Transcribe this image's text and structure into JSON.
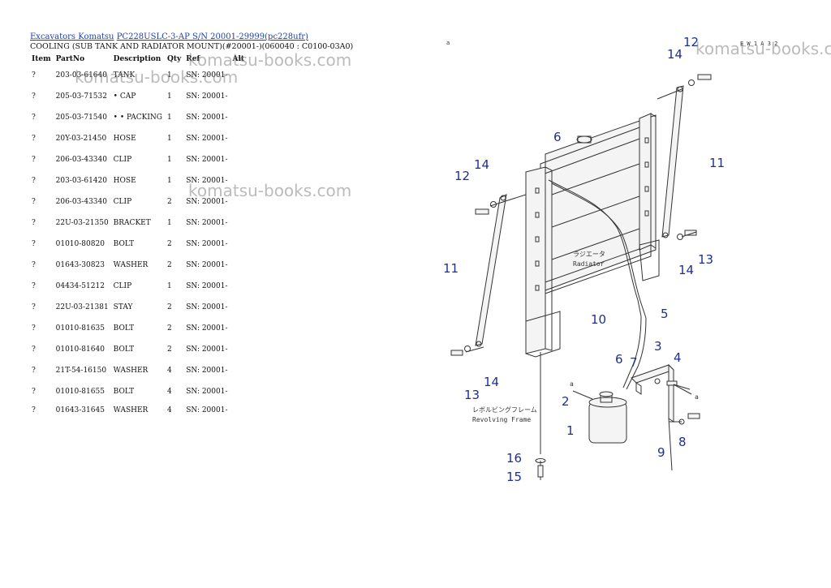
{
  "breadcrumb": {
    "link1": "Excavators Komatsu",
    "link2": "PC228USLC-3-AP S/N 20001-29999(pc228ufr)"
  },
  "subtitle": "COOLING (SUB TANK AND RADIATOR MOUNT)(#20001-)(060040 : C0100-03A0)",
  "table": {
    "headers": [
      "Item",
      "PartNo",
      "Description",
      "Qty",
      "Ref",
      "Alt"
    ],
    "rows": [
      {
        "item": "?",
        "part": "203-03-61640",
        "desc": "TANK",
        "qty": "1",
        "ref": "SN: 20001-"
      },
      {
        "item": "?",
        "part": "205-03-71532",
        "desc": "• CAP",
        "qty": "1",
        "ref": "SN: 20001-"
      },
      {
        "item": "?",
        "part": "205-03-71540",
        "desc": "• • PACKING",
        "qty": "1",
        "ref": "SN: 20001-"
      },
      {
        "item": "?",
        "part": "20Y-03-21450",
        "desc": "HOSE",
        "qty": "1",
        "ref": "SN: 20001-"
      },
      {
        "item": "?",
        "part": "206-03-43340",
        "desc": "CLIP",
        "qty": "1",
        "ref": "SN: 20001-"
      },
      {
        "item": "?",
        "part": "203-03-61420",
        "desc": "HOSE",
        "qty": "1",
        "ref": "SN: 20001-"
      },
      {
        "item": "?",
        "part": "206-03-43340",
        "desc": "CLIP",
        "qty": "2",
        "ref": "SN: 20001-"
      },
      {
        "item": "?",
        "part": "22U-03-21350",
        "desc": "BRACKET",
        "qty": "1",
        "ref": "SN: 20001-"
      },
      {
        "item": "?",
        "part": "01010-80820",
        "desc": "BOLT",
        "qty": "2",
        "ref": "SN: 20001-"
      },
      {
        "item": "?",
        "part": "01643-30823",
        "desc": "WASHER",
        "qty": "2",
        "ref": "SN: 20001-"
      },
      {
        "item": "?",
        "part": "04434-51212",
        "desc": "CLIP",
        "qty": "1",
        "ref": "SN: 20001-"
      },
      {
        "item": "?",
        "part": "22U-03-21381",
        "desc": "STAY",
        "qty": "2",
        "ref": "SN: 20001-"
      },
      {
        "item": "?",
        "part": "01010-81635",
        "desc": "BOLT",
        "qty": "2",
        "ref": "SN: 20001-"
      },
      {
        "item": "?",
        "part": "01010-81640",
        "desc": "BOLT",
        "qty": "2",
        "ref": "SN: 20001-"
      },
      {
        "item": "?",
        "part": "21T-54-16150",
        "desc": "WASHER",
        "qty": "4",
        "ref": "SN: 20001-"
      },
      {
        "item": "?",
        "part": "01010-81655",
        "desc": "BOLT",
        "qty": "4",
        "ref": "SN: 20001-"
      },
      {
        "item": "?",
        "part": "01643-31645",
        "desc": "WASHER",
        "qty": "4",
        "ref": "SN: 20001-"
      }
    ]
  },
  "watermark": "komatsu-books.com",
  "diagram": {
    "page_code": "E W 1 A 3 2",
    "radiator_jp": "ラジエータ",
    "radiator_en": "Radiator",
    "frame_jp": "レボルビングフレーム",
    "frame_en": "Revolving Frame",
    "ref_a": "a",
    "corner_mark": "a",
    "callouts": [
      "1",
      "2",
      "3",
      "4",
      "5",
      "6",
      "6",
      "7",
      "8",
      "9",
      "10",
      "11",
      "11",
      "12",
      "12",
      "13",
      "13",
      "14",
      "14",
      "14",
      "14",
      "15",
      "16"
    ]
  }
}
